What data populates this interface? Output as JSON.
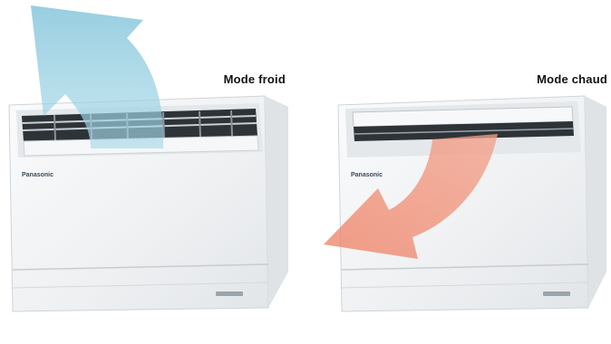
{
  "labels": {
    "cold": "Mode froid",
    "hot": "Mode chaud"
  },
  "brand": "Panasonic",
  "colors": {
    "cold_arrow": "#8ccde0",
    "hot_arrow": "#f08a6e",
    "unit_body": "#f2f4f5",
    "grille": "#2e3338"
  }
}
